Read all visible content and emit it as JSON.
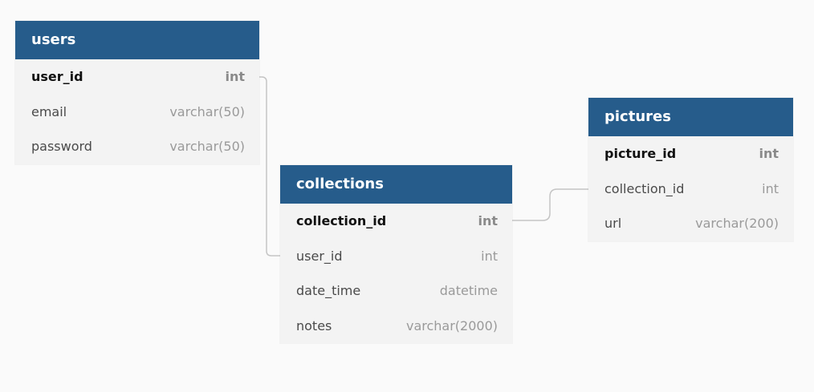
{
  "tables": {
    "users": {
      "name": "users",
      "fields": [
        {
          "name": "user_id",
          "type": "int",
          "pk": true
        },
        {
          "name": "email",
          "type": "varchar(50)",
          "pk": false
        },
        {
          "name": "password",
          "type": "varchar(50)",
          "pk": false
        }
      ]
    },
    "collections": {
      "name": "collections",
      "fields": [
        {
          "name": "collection_id",
          "type": "int",
          "pk": true
        },
        {
          "name": "user_id",
          "type": "int",
          "pk": false
        },
        {
          "name": "date_time",
          "type": "datetime",
          "pk": false
        },
        {
          "name": "notes",
          "type": "varchar(2000)",
          "pk": false
        }
      ]
    },
    "pictures": {
      "name": "pictures",
      "fields": [
        {
          "name": "picture_id",
          "type": "int",
          "pk": true
        },
        {
          "name": "collection_id",
          "type": "int",
          "pk": false
        },
        {
          "name": "url",
          "type": "varchar(200)",
          "pk": false
        }
      ]
    }
  },
  "colors": {
    "header": "#265c8b",
    "header_text": "#ffffff",
    "body": "#f3f3f3",
    "background": "#fafafa",
    "connector": "#c4c4c4"
  }
}
